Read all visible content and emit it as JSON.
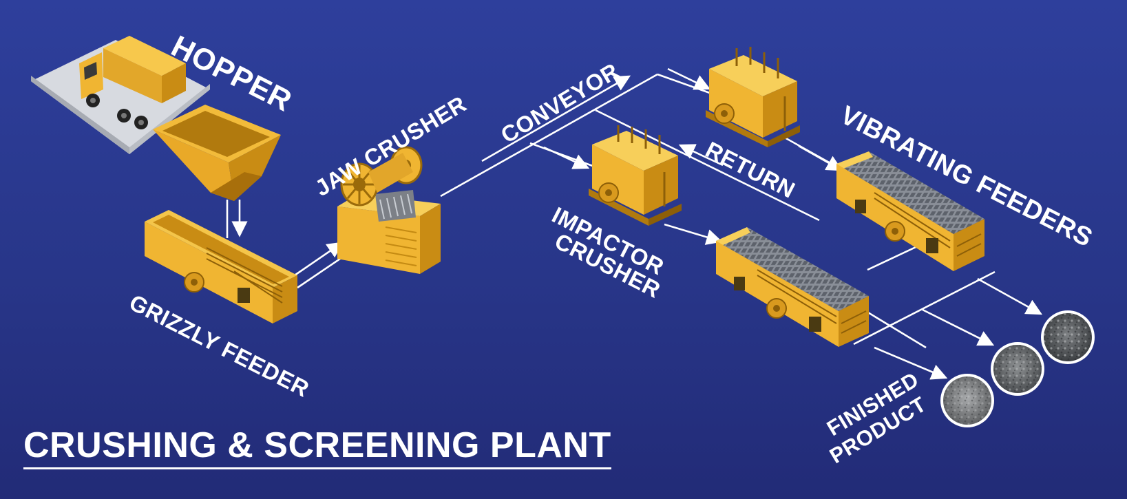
{
  "title": "CRUSHING & SCREENING PLANT",
  "labels": {
    "hopper": "HOPPER",
    "jaw_crusher": "JAW CRUSHER",
    "conveyor": "CONVEYOR",
    "return": "RETURN",
    "vibrating_feeders": "VIBRATING FEEDERS",
    "impactor_line1": "IMPACTOR",
    "impactor_line2": "CRUSHER",
    "grizzly_feeder": "GRIZZLY FEEDER",
    "finished_line1": "FINISHED",
    "finished_line2": "PRODUCT"
  },
  "colors": {
    "background_top": "#2e3f9c",
    "background_bottom": "#222b77",
    "machine_yellow": "#f0b532",
    "machine_shadow": "#c98c14",
    "flow_lines": "#ffffff",
    "platform": "#cfd3da"
  },
  "icons": [
    "dump-truck-icon",
    "hopper-icon",
    "grizzly-feeder-icon",
    "jaw-crusher-icon",
    "impactor-crusher-icon",
    "vibrating-screen-icon",
    "gravel-pile-icon"
  ]
}
